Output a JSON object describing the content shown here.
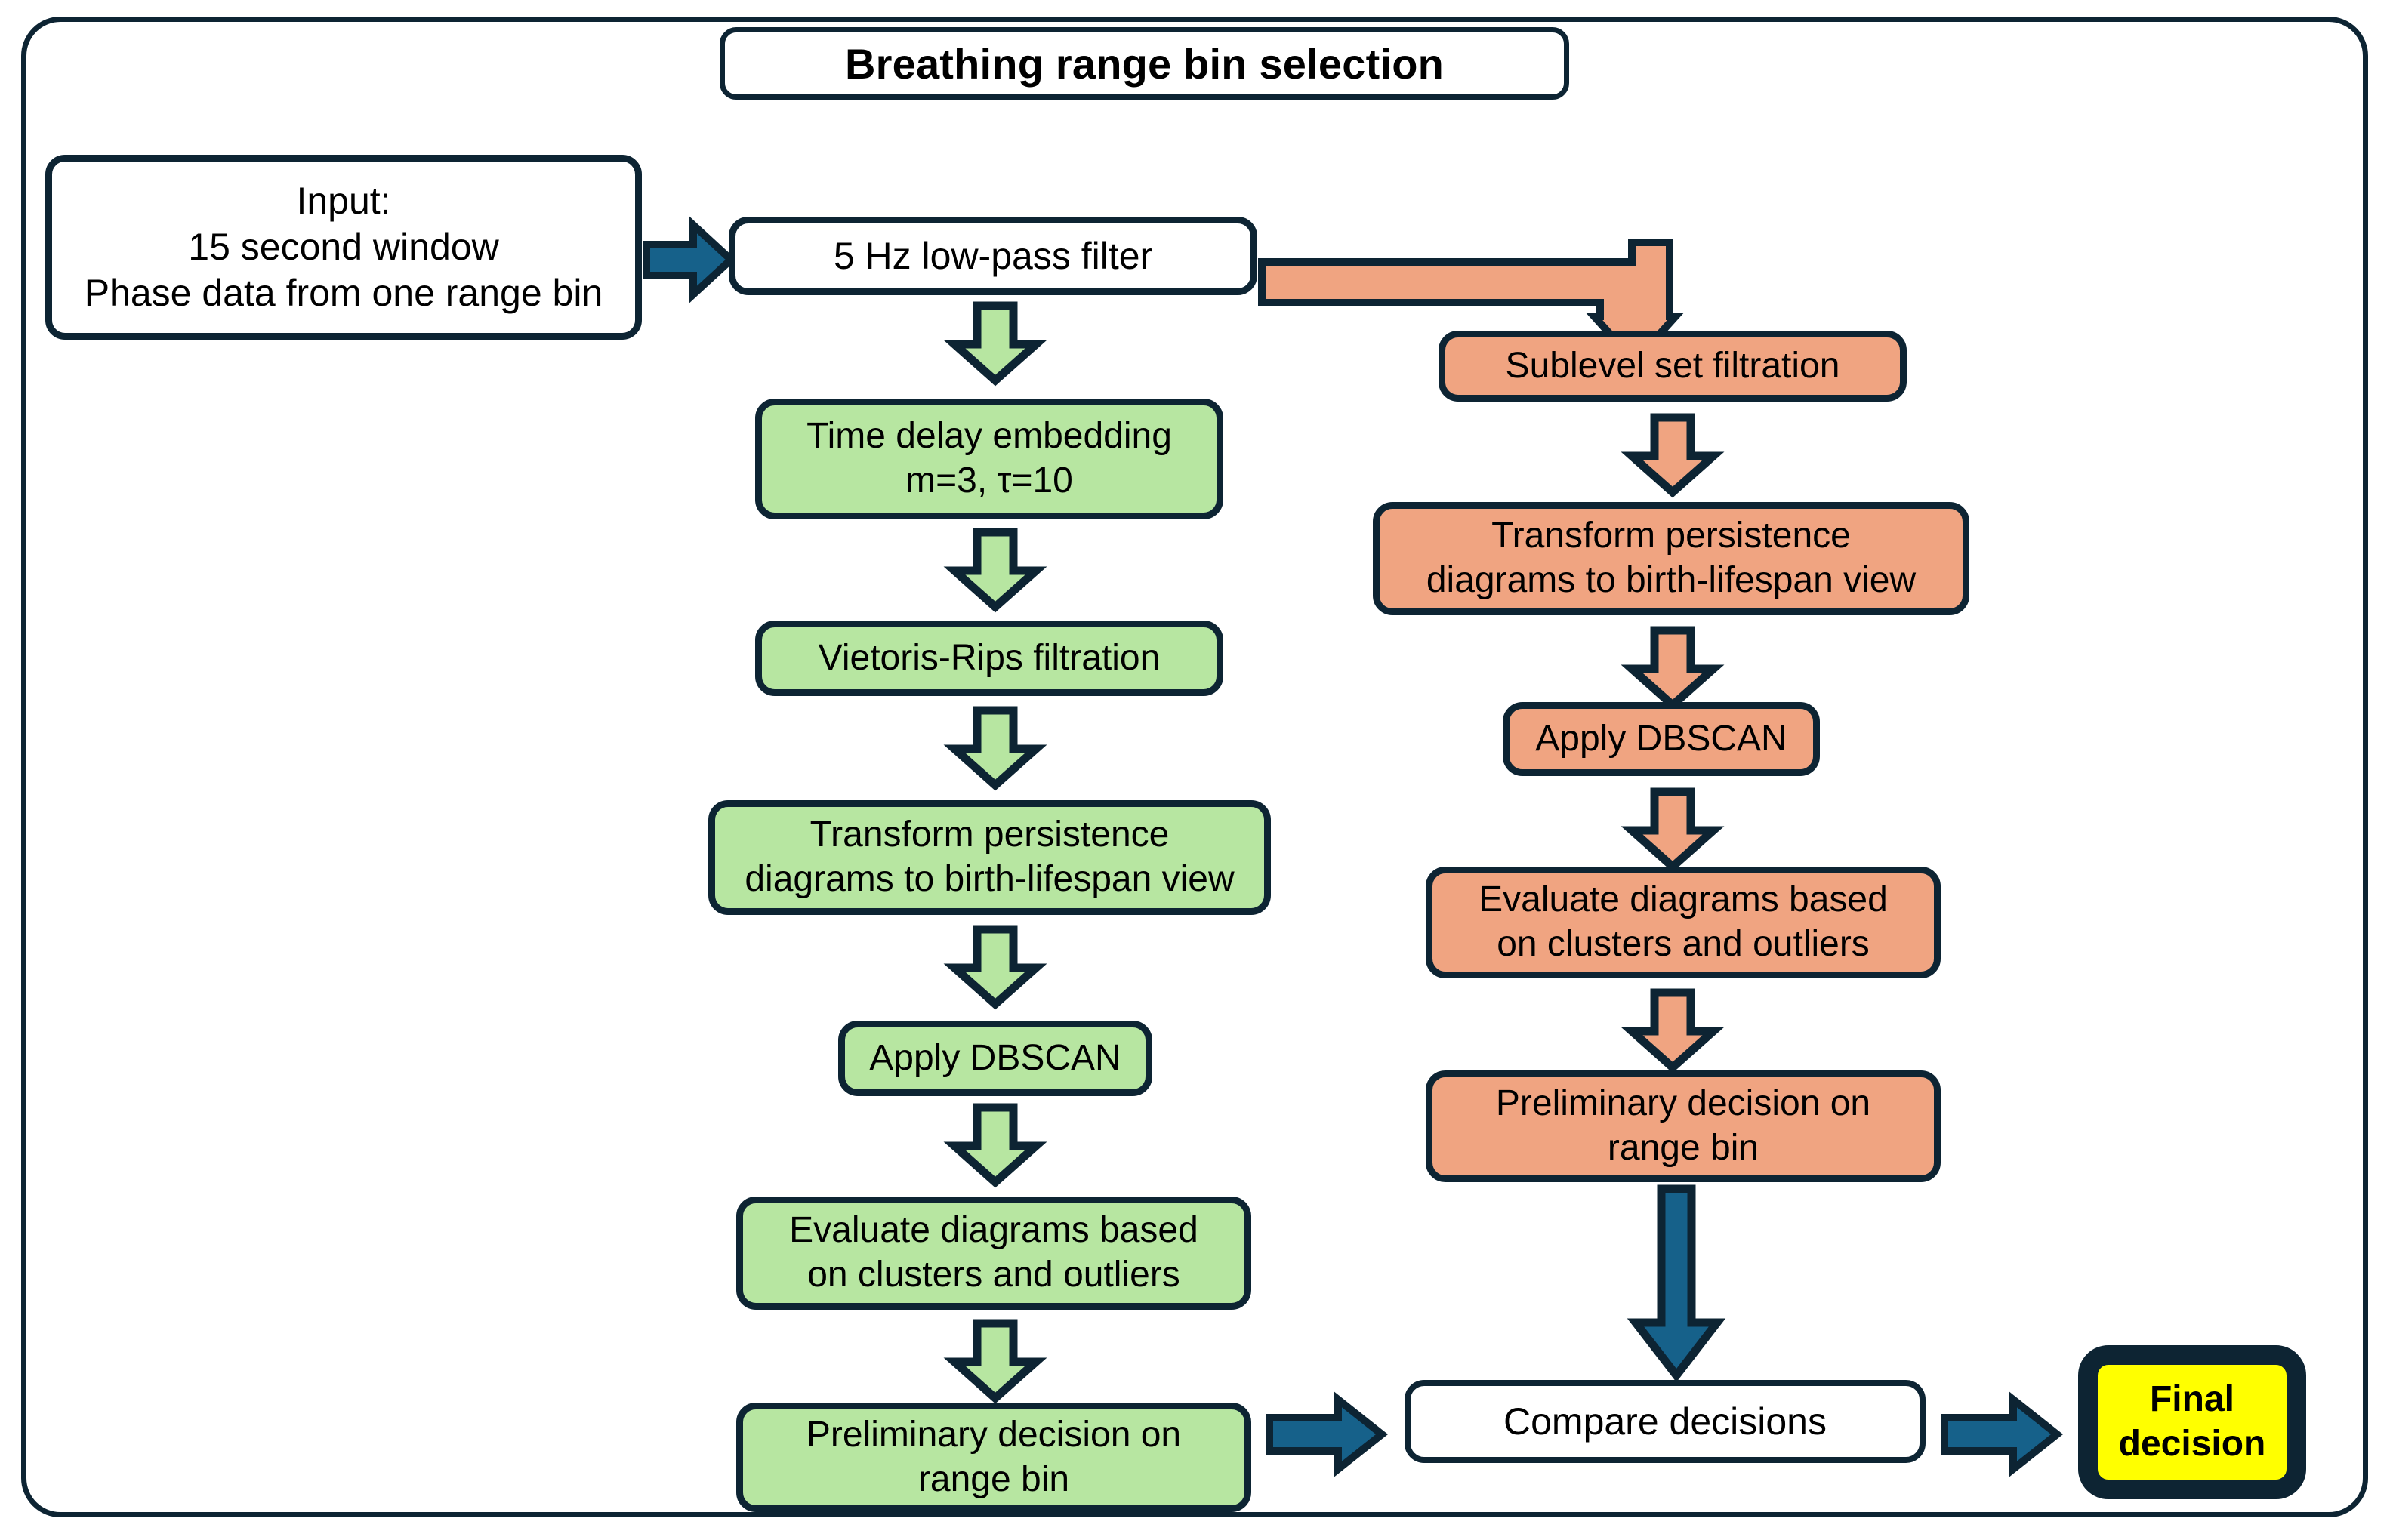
{
  "diagram": {
    "title": "Breathing range bin selection",
    "colors": {
      "outline": "#0d2433",
      "green_fill": "#b7e6a1",
      "orange_fill": "#f0a481",
      "teal_arrow": "#16618a",
      "final_fill": "#ffff00",
      "white_fill": "#ffffff"
    },
    "input_node": {
      "line1": "Input:",
      "line2": "15 second window",
      "line3": "Phase data from one range bin"
    },
    "filter_node": {
      "label": "5 Hz low-pass filter"
    },
    "left_branch": [
      {
        "id": "time-delay-embedding",
        "line1": "Time delay embedding",
        "line2": "m=3, τ=10"
      },
      {
        "id": "vietoris-rips-filtration",
        "line1": "Vietoris-Rips filtration",
        "line2": ""
      },
      {
        "id": "transform-persistence-diagrams",
        "line1": "Transform persistence",
        "line2": "diagrams to birth-lifespan view"
      },
      {
        "id": "apply-dbscan",
        "line1": "Apply DBSCAN",
        "line2": ""
      },
      {
        "id": "evaluate-diagrams",
        "line1": "Evaluate diagrams based",
        "line2": "on clusters and outliers"
      },
      {
        "id": "preliminary-decision",
        "line1": "Preliminary decision on",
        "line2": "range bin"
      }
    ],
    "right_branch": [
      {
        "id": "sublevel-set-filtration",
        "line1": "Sublevel set filtration",
        "line2": ""
      },
      {
        "id": "transform-persistence-diagrams",
        "line1": "Transform persistence",
        "line2": "diagrams to birth-lifespan view"
      },
      {
        "id": "apply-dbscan",
        "line1": "Apply DBSCAN",
        "line2": ""
      },
      {
        "id": "evaluate-diagrams",
        "line1": "Evaluate diagrams based",
        "line2": "on clusters and outliers"
      },
      {
        "id": "preliminary-decision",
        "line1": "Preliminary decision on",
        "line2": "range bin"
      }
    ],
    "compare_node": {
      "label": "Compare decisions"
    },
    "final_node": {
      "line1": "Final",
      "line2": "decision"
    }
  }
}
